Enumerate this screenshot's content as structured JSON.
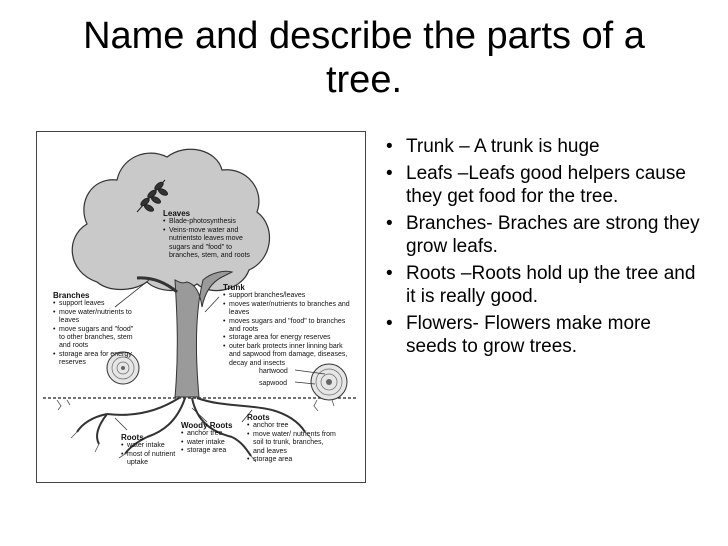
{
  "slide": {
    "title": "Name and describe the parts of a tree.",
    "bullets": [
      "Trunk – A trunk is huge",
      "Leafs –Leafs good helpers cause they get food for the tree.",
      "Branches- Braches are strong they grow leafs.",
      "Roots –Roots hold up the tree  and it is really good.",
      "Flowers- Flowers make more seeds to grow trees."
    ]
  },
  "diagram": {
    "leaves": {
      "heading": "Leaves",
      "items": [
        "Blade-photosynthesis",
        "Veins-move water and nutrientsto leaves move sugars and \"food\" to branches, stem, and roots"
      ]
    },
    "branches": {
      "heading": "Branches",
      "items": [
        "support leaves",
        "move water/nutrients to leaves",
        "move sugars and \"food\" to other branches, stem and roots",
        "storage area for energy reserves"
      ]
    },
    "trunk": {
      "heading": "Trunk",
      "items": [
        "support branches/leaves",
        "moves water/nutrients to branches and leaves",
        "moves sugars and \"food\" to branches and roots",
        "storage area for energy reserves",
        "outer bark protects inner linning bark and sapwood from damage, diseases, decay and insects"
      ]
    },
    "hartwood_label": "hartwood",
    "sapwood_label": "sapwood",
    "roots_left": {
      "heading": "Roots",
      "items": [
        "water intake",
        "most of nutrient uptake"
      ]
    },
    "woody_roots": {
      "heading": "Woody Roots",
      "items": [
        "anchor tree",
        "water intake",
        "storage area"
      ]
    },
    "roots_right": {
      "heading": "Roots",
      "items": [
        "anchor tree",
        "move water/ nutrients from soil to trunk, branches, and leaves",
        "storage area"
      ]
    }
  }
}
